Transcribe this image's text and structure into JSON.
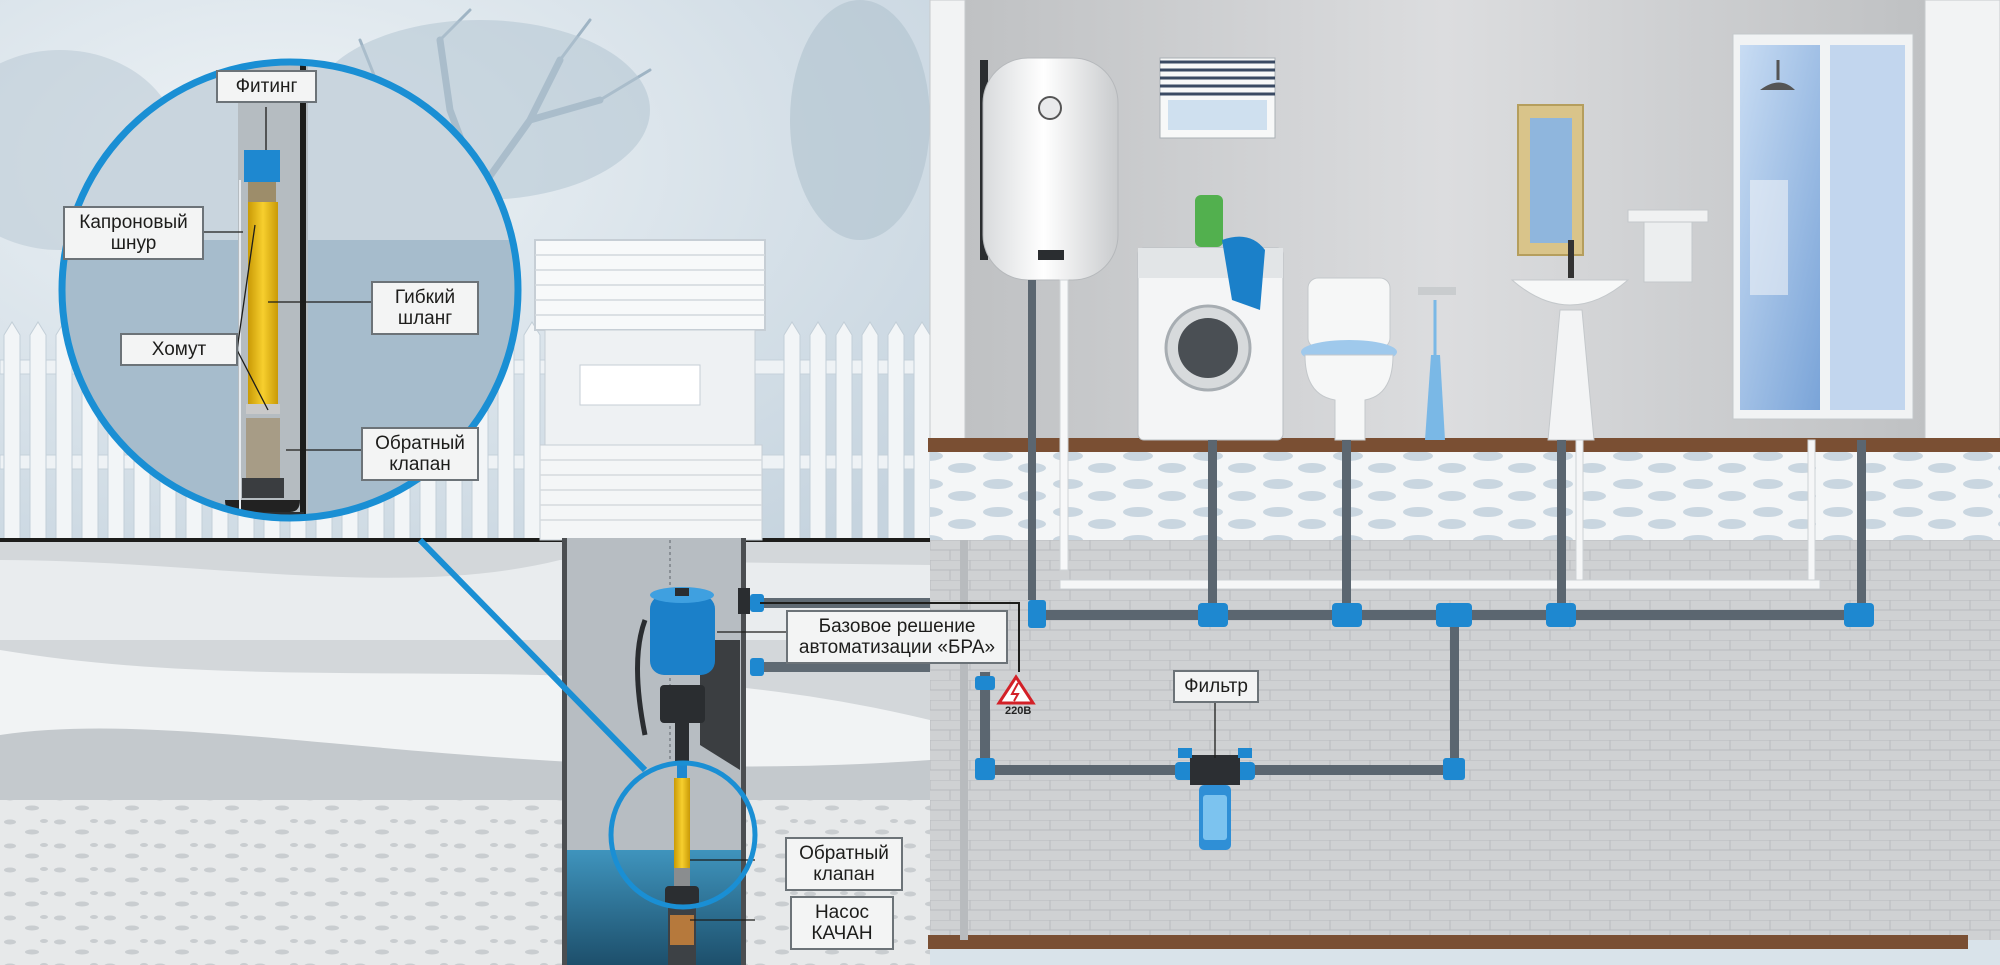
{
  "labels": {
    "fitting": "Фитинг",
    "nylon_cord": [
      "Капроновый",
      "шнур"
    ],
    "flexible_hose": [
      "Гибкий",
      "шланг"
    ],
    "clamp": "Хомут",
    "check_valve_detail": [
      "Обратный",
      "клапан"
    ],
    "automation": [
      "Базовое решение",
      "автоматизации «БРА»"
    ],
    "voltage": "220В",
    "filter": "Фильтр",
    "check_valve_well": [
      "Обратный",
      "клапан"
    ],
    "pump": [
      "Насос",
      "КАЧАН"
    ]
  },
  "colors": {
    "sky": "#c9d7e2",
    "tree": "#a9bccb",
    "ground_snow": "#e3e6e8",
    "house_wall": "#c7c8ca",
    "pipe": "#5b6670",
    "pipe_fitting": "#1e88d0",
    "accent_blue": "#1a8fd4",
    "hose_yellow": "#f4c21a",
    "water": "#2b6f95",
    "warning_red": "#d32027"
  }
}
